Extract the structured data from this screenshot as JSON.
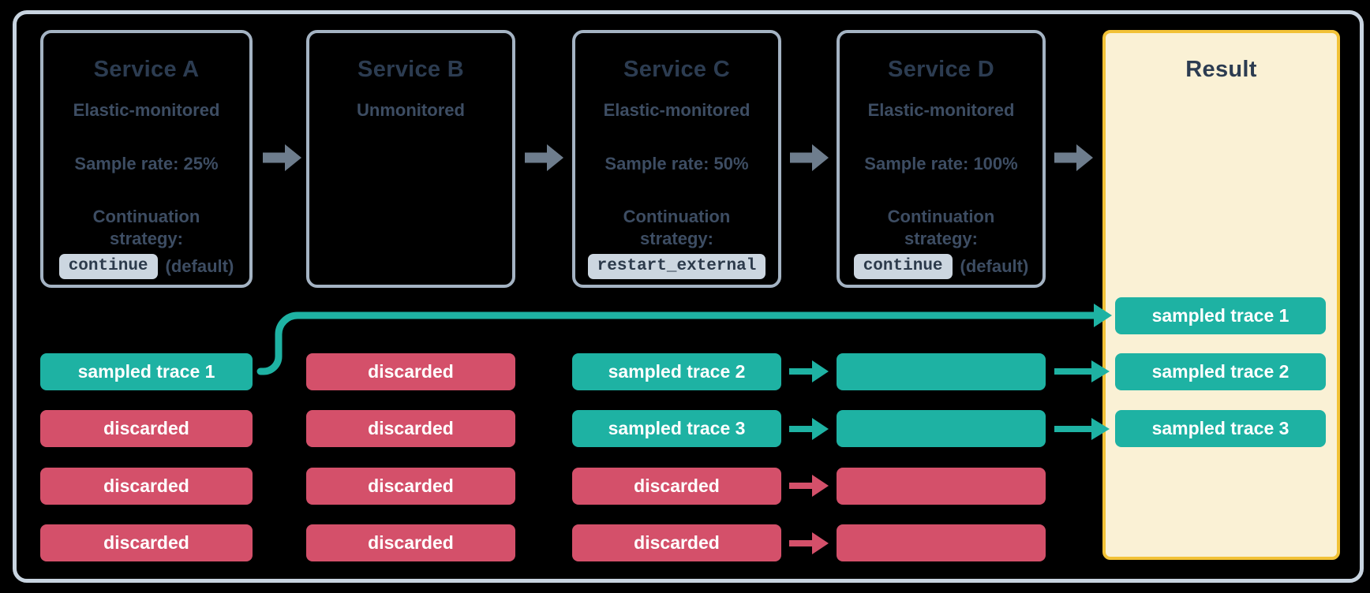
{
  "diagram": {
    "services": [
      {
        "title": "Service A",
        "monitoring": "Elastic-monitored",
        "sample_rate": "Sample rate: 25%",
        "strategy_label": "Continuation strategy:",
        "strategy_value": "continue",
        "strategy_suffix": "(default)"
      },
      {
        "title": "Service B",
        "monitoring": "Unmonitored"
      },
      {
        "title": "Service C",
        "monitoring": "Elastic-monitored",
        "sample_rate": "Sample rate: 50%",
        "strategy_label": "Continuation strategy:",
        "strategy_value": "restart_external",
        "strategy_suffix": ""
      },
      {
        "title": "Service D",
        "monitoring": "Elastic-monitored",
        "sample_rate": "Sample rate: 100%",
        "strategy_label": "Continuation strategy:",
        "strategy_value": "continue",
        "strategy_suffix": "(default)"
      }
    ],
    "trace_columns": [
      {
        "service": "Service A",
        "pills": [
          {
            "label": "sampled trace 1",
            "status": "sampled"
          },
          {
            "label": "discarded",
            "status": "discarded"
          },
          {
            "label": "discarded",
            "status": "discarded"
          },
          {
            "label": "discarded",
            "status": "discarded"
          }
        ]
      },
      {
        "service": "Service B",
        "pills": [
          {
            "label": "discarded",
            "status": "discarded"
          },
          {
            "label": "discarded",
            "status": "discarded"
          },
          {
            "label": "discarded",
            "status": "discarded"
          },
          {
            "label": "discarded",
            "status": "discarded"
          }
        ]
      },
      {
        "service": "Service C",
        "pills": [
          {
            "label": "sampled trace 2",
            "status": "sampled"
          },
          {
            "label": "sampled trace 3",
            "status": "sampled"
          },
          {
            "label": "discarded",
            "status": "discarded"
          },
          {
            "label": "discarded",
            "status": "discarded"
          }
        ]
      },
      {
        "service": "Service D",
        "pills": [
          {
            "label": "",
            "status": "sampled"
          },
          {
            "label": "",
            "status": "sampled"
          },
          {
            "label": "",
            "status": "discarded"
          },
          {
            "label": "",
            "status": "discarded"
          }
        ]
      }
    ],
    "result": {
      "title": "Result",
      "pills": [
        {
          "label": "sampled trace 1",
          "status": "sampled"
        },
        {
          "label": "sampled trace 2",
          "status": "sampled"
        },
        {
          "label": "sampled trace 3",
          "status": "sampled"
        }
      ]
    },
    "colors": {
      "outer-border": "#c8d4e0",
      "box-border": "#a4b3c3",
      "title": "#2c3c51",
      "body": "#3d4d63",
      "chip-bg": "#ccd6e0",
      "chip-text": "#2c3a4b",
      "arrow-gray": "#6e7d8d",
      "teal": "#1eb2a3",
      "red": "#d4506a",
      "result-bg": "#faf1d5",
      "result-border": "#f2c237",
      "pill-text": "#ffffff"
    }
  }
}
